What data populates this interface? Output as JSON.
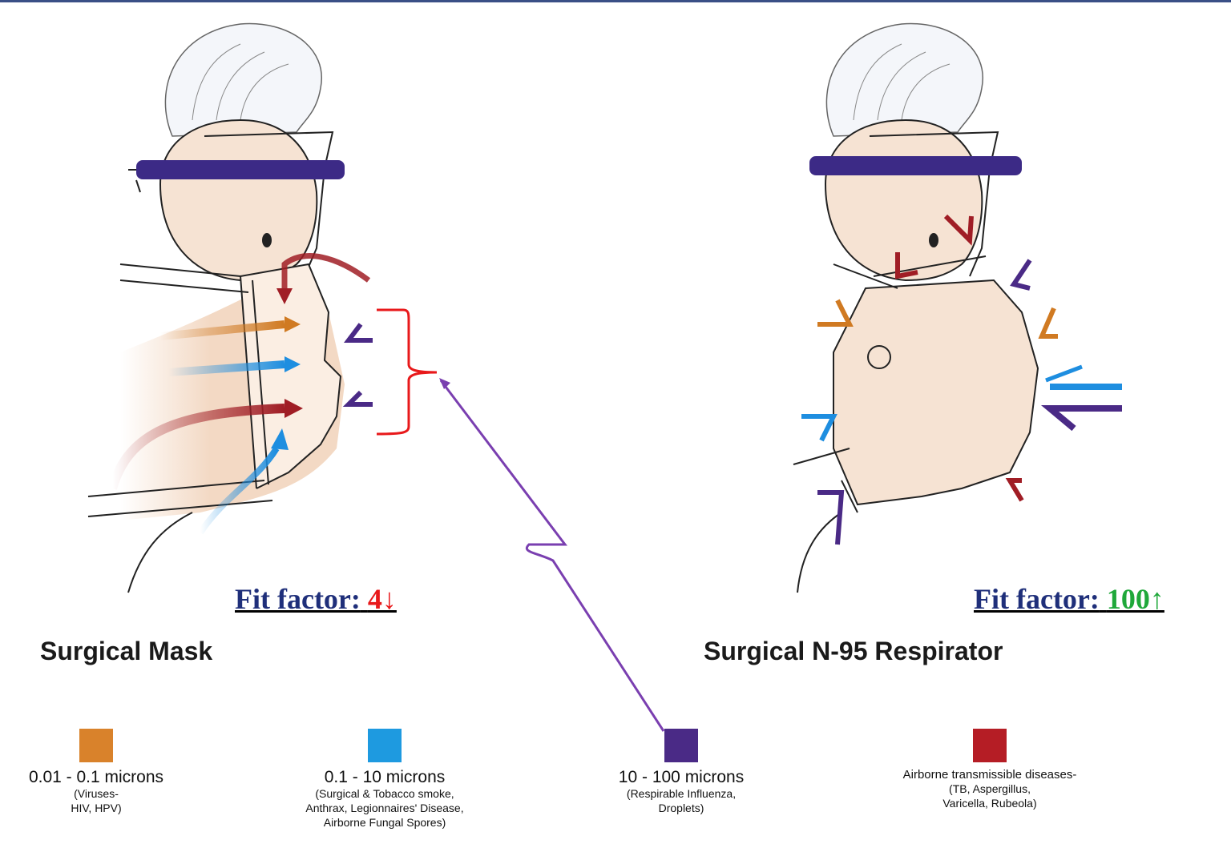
{
  "panels": [
    {
      "title": "Surgical Mask",
      "fit_label": "Fit factor:",
      "fit_value": "4↓",
      "fit_value_color": "#e8191b"
    },
    {
      "title": "Surgical N-95 Respirator",
      "fit_label": "Fit factor:",
      "fit_value": "100↑",
      "fit_value_color": "#1fa83a"
    }
  ],
  "legend": [
    {
      "range": "0.01 - 0.1 microns",
      "desc": "(Viruses-\nHIV, HPV)",
      "color": "#d9822b"
    },
    {
      "range": "0.1 - 10 microns",
      "desc": "(Surgical & Tobacco smoke,\nAnthrax, Legionnaires' Disease,\nAirborne Fungal Spores)",
      "color": "#1e9ae0"
    },
    {
      "range": "10 - 100 microns",
      "desc": "(Respirable Influenza,\nDroplets)",
      "color": "#4a2a86"
    },
    {
      "range": "Airborne transmissible diseases-",
      "desc": "(TB, Aspergillus,\nVaricella, Rubeola)",
      "color": "#b51d25"
    }
  ],
  "colors": {
    "fit_label": "#1f2f7a",
    "bracket": "#e8191b",
    "pointer_line": "#7a3fb0",
    "skin": "#f6e3d3",
    "band": "#3c2a86",
    "outline": "#222222"
  }
}
